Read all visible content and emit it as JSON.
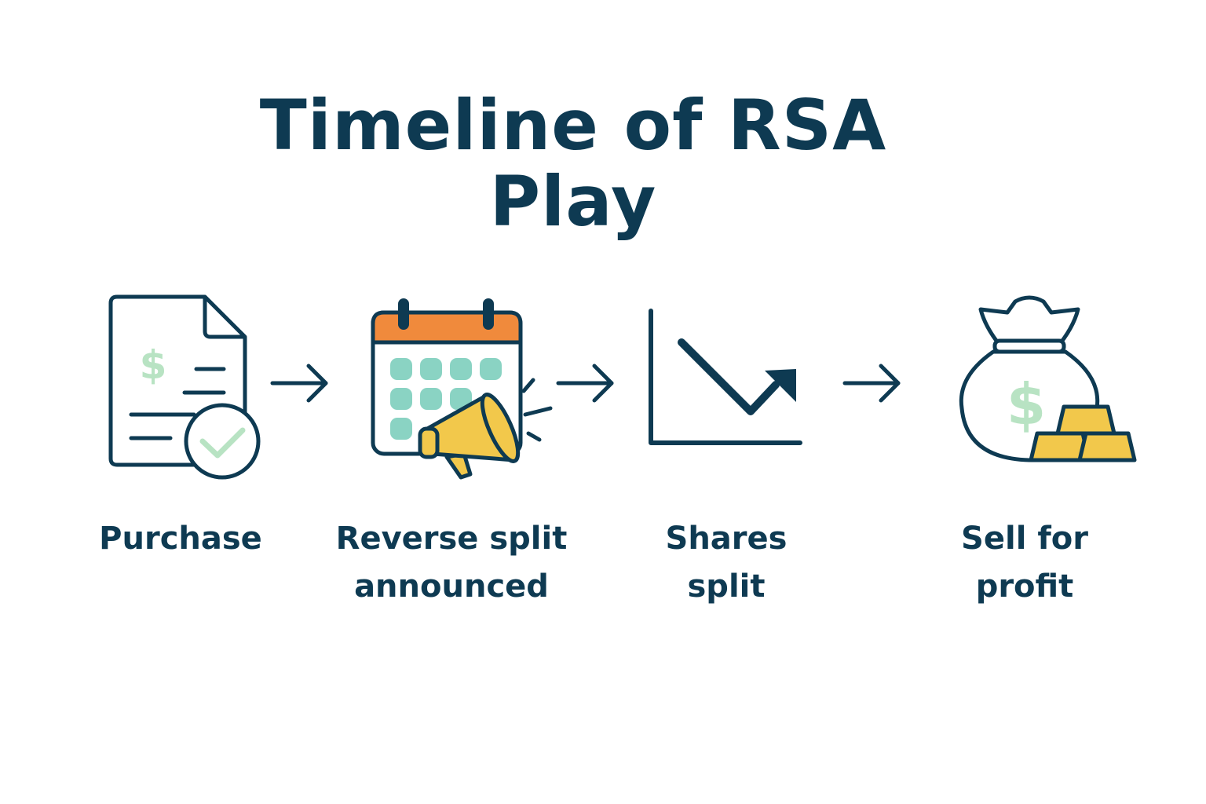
{
  "title": "Timeline of RSA Play",
  "colors": {
    "navy": "#0e3a52",
    "orange": "#f08a3c",
    "teal": "#8ad3c3",
    "yellow": "#f2c84b",
    "green": "#b8e3c3"
  },
  "steps": [
    {
      "icon": "document-check-icon",
      "label_lines": [
        "Purchase"
      ]
    },
    {
      "icon": "calendar-megaphone-icon",
      "label_lines": [
        "Reverse split",
        "announced"
      ]
    },
    {
      "icon": "down-up-chart-icon",
      "label_lines": [
        "Shares",
        "split"
      ]
    },
    {
      "icon": "money-bag-gold-icon",
      "label_lines": [
        "Sell for",
        "profit"
      ]
    }
  ],
  "connectors": [
    "arrow-right-icon",
    "arrow-right-icon",
    "arrow-right-icon"
  ]
}
